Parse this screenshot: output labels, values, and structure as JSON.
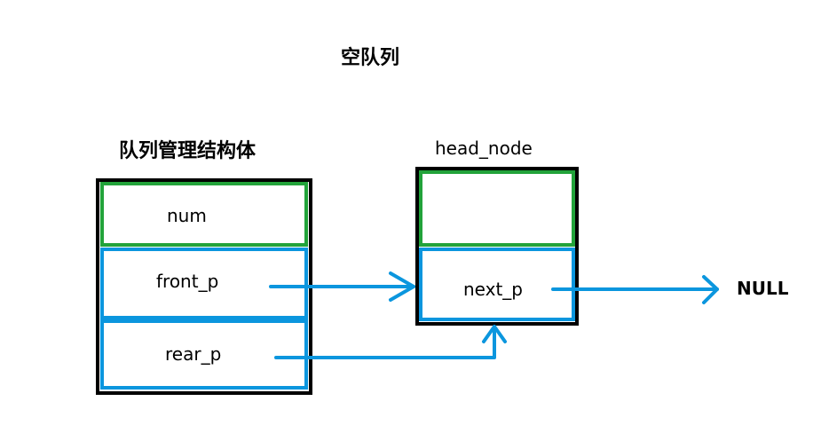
{
  "diagram": {
    "title": "空队列",
    "queue_struct": {
      "title": "队列管理结构体",
      "fields": [
        "num",
        "front_p",
        "rear_p"
      ]
    },
    "head_node": {
      "title": "head_node",
      "fields": [
        "",
        "next_p"
      ]
    },
    "null_label": "NULL"
  },
  "colors": {
    "outline": "#000000",
    "data_field": "#22a33a",
    "pointer_field": "#0b96de",
    "arrow": "#0b96de"
  }
}
